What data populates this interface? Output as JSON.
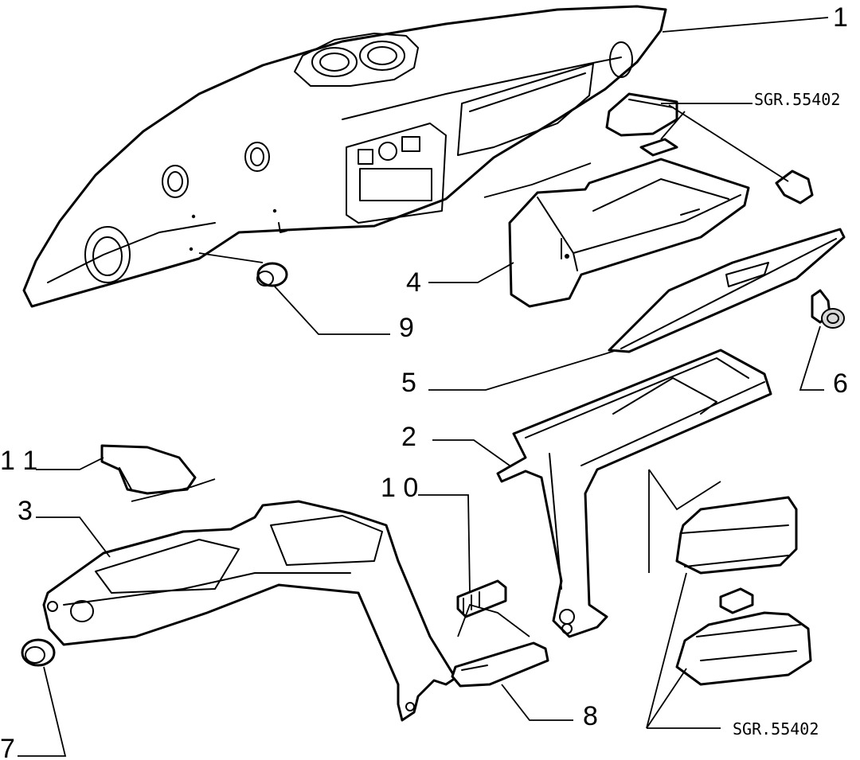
{
  "diagram": {
    "labels": {
      "p1": "1",
      "p2": "2",
      "p3": "3",
      "p4": "4",
      "p5": "5",
      "p6": "6",
      "p7": "7",
      "p8": "8",
      "p9": "9",
      "p10": "1 0",
      "p11": "1 1"
    },
    "references": {
      "top": "SGR.55402",
      "bottom": "SGR.55402"
    }
  }
}
